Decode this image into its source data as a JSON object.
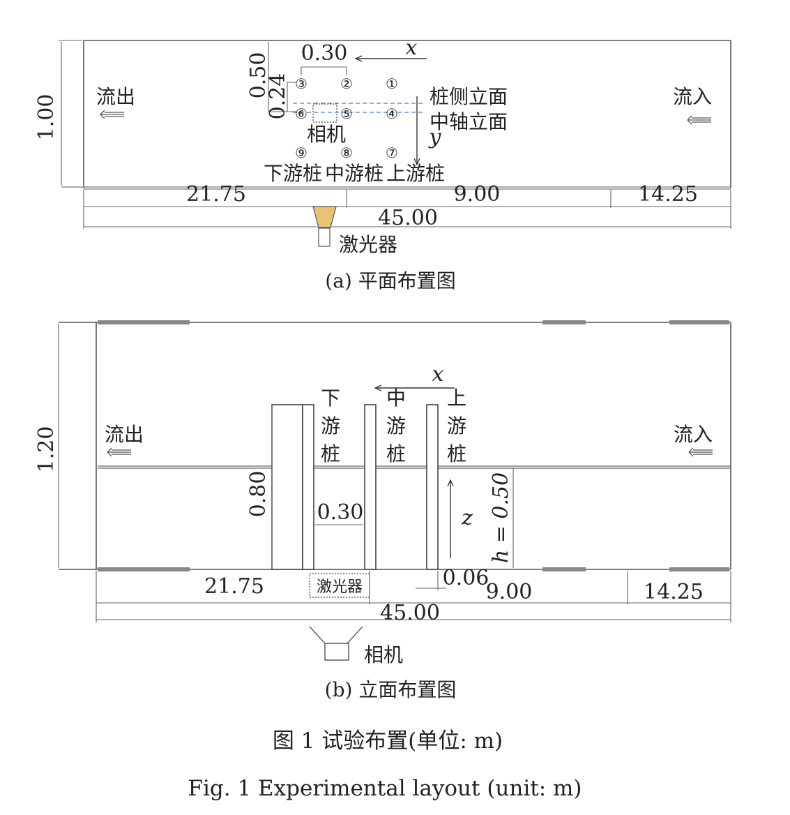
{
  "plan": {
    "caption": "(a) 平面布置图",
    "outflow": "流出",
    "inflow": "流入",
    "width": "1.00",
    "dim_050": "0.50",
    "dim_024": "0.24",
    "dim_030": "0.30",
    "axis_x": "x",
    "axis_y": "y",
    "pile_side_elevation": "桩侧立面",
    "center_axis_elevation": "中轴立面",
    "camera": "相机",
    "laser": "激光器",
    "downstream_pile": "下游桩",
    "middle_pile": "中游桩",
    "upstream_pile": "上游桩",
    "piles": [
      "①",
      "②",
      "③",
      "④",
      "⑤",
      "⑥",
      "⑦",
      "⑧",
      "⑨"
    ],
    "len_left": "21.75",
    "len_mid": "9.00",
    "len_right": "14.25",
    "len_total": "45.00"
  },
  "elevation": {
    "caption": "(b) 立面布置图",
    "outflow": "流出",
    "inflow": "流入",
    "height": "1.20",
    "pile_height": "0.80",
    "spacing": "0.30",
    "depth": "h = 0.50",
    "gap": "0.06",
    "axis_x": "x",
    "axis_z": "z",
    "downstream_pile_chars": [
      "下",
      "游",
      "桩"
    ],
    "middle_pile_chars": [
      "中",
      "游",
      "桩"
    ],
    "upstream_pile_chars": [
      "上",
      "游",
      "桩"
    ],
    "laser": "激光器",
    "camera": "相机",
    "len_left": "21.75",
    "len_mid": "9.00",
    "len_right": "14.25",
    "len_total": "45.00"
  },
  "figure": {
    "title_cn": "图 1    试验布置(单位: m)",
    "title_en": "Fig. 1    Experimental layout (unit: m)"
  },
  "colors": {
    "laser_fill": "#e8c278",
    "dashed_line": "#4a7fc0",
    "line": "#555555"
  }
}
